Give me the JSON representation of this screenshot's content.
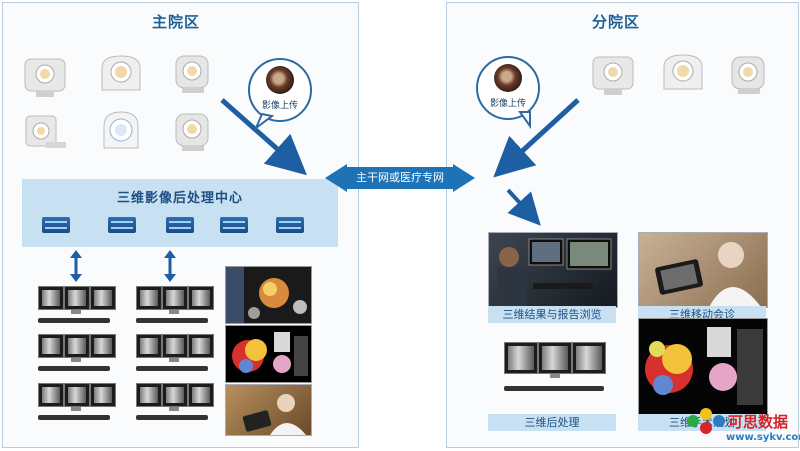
{
  "main_campus": {
    "title": "主院区",
    "upload_label": "影像上传",
    "center_title": "三维影像后处理中心"
  },
  "network": {
    "label": "主干网或医疗专网"
  },
  "branch_campus": {
    "title": "分院区",
    "upload_label": "影像上传",
    "captions": [
      "三维结果与报告浏览",
      "三维移动会诊",
      "三维后处理",
      "三维手术规划"
    ]
  },
  "watermark": {
    "text": "可思数据",
    "url": "www.sykv.com"
  },
  "colors": {
    "accent": "#1e73b7",
    "panel_border": "#b9cbdc",
    "caption_bg": "#c8e1f2"
  }
}
